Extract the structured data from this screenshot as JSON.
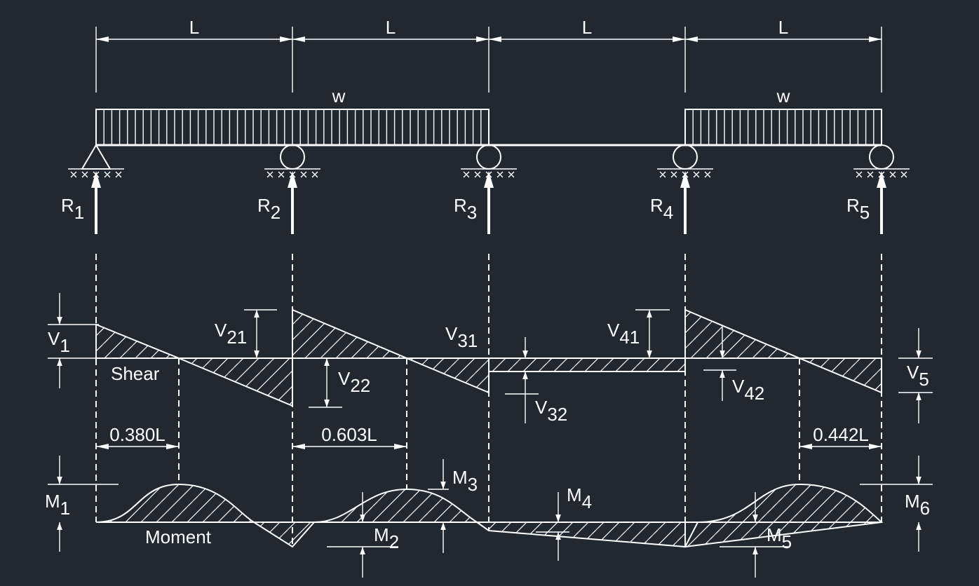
{
  "spans": {
    "labels": [
      "L",
      "L",
      "L",
      "L"
    ]
  },
  "loads": {
    "left_label": "w",
    "right_label": "w"
  },
  "reactions": [
    {
      "main": "R",
      "sub": "1"
    },
    {
      "main": "R",
      "sub": "2"
    },
    {
      "main": "R",
      "sub": "3"
    },
    {
      "main": "R",
      "sub": "4"
    },
    {
      "main": "R",
      "sub": "5"
    }
  ],
  "shear": {
    "title": "Shear",
    "v1": {
      "main": "V",
      "sub": "1"
    },
    "v21": {
      "main": "V",
      "sub": "21"
    },
    "v22": {
      "main": "V",
      "sub": "22"
    },
    "v31": {
      "main": "V",
      "sub": "31"
    },
    "v32": {
      "main": "V",
      "sub": "32"
    },
    "v41": {
      "main": "V",
      "sub": "41"
    },
    "v42": {
      "main": "V",
      "sub": "42"
    },
    "v5": {
      "main": "V",
      "sub": "5"
    },
    "dist_span1": "0.380L",
    "dist_span2": "0.603L",
    "dist_span4": "0.442L"
  },
  "moment": {
    "title": "Moment",
    "m1": {
      "main": "M",
      "sub": "1"
    },
    "m2": {
      "main": "M",
      "sub": "2"
    },
    "m3": {
      "main": "M",
      "sub": "3"
    },
    "m4": {
      "main": "M",
      "sub": "4"
    },
    "m5": {
      "main": "M",
      "sub": "5"
    },
    "m6": {
      "main": "M",
      "sub": "6"
    }
  },
  "colors": {
    "background": "#212830",
    "lines": "#ffffff"
  }
}
